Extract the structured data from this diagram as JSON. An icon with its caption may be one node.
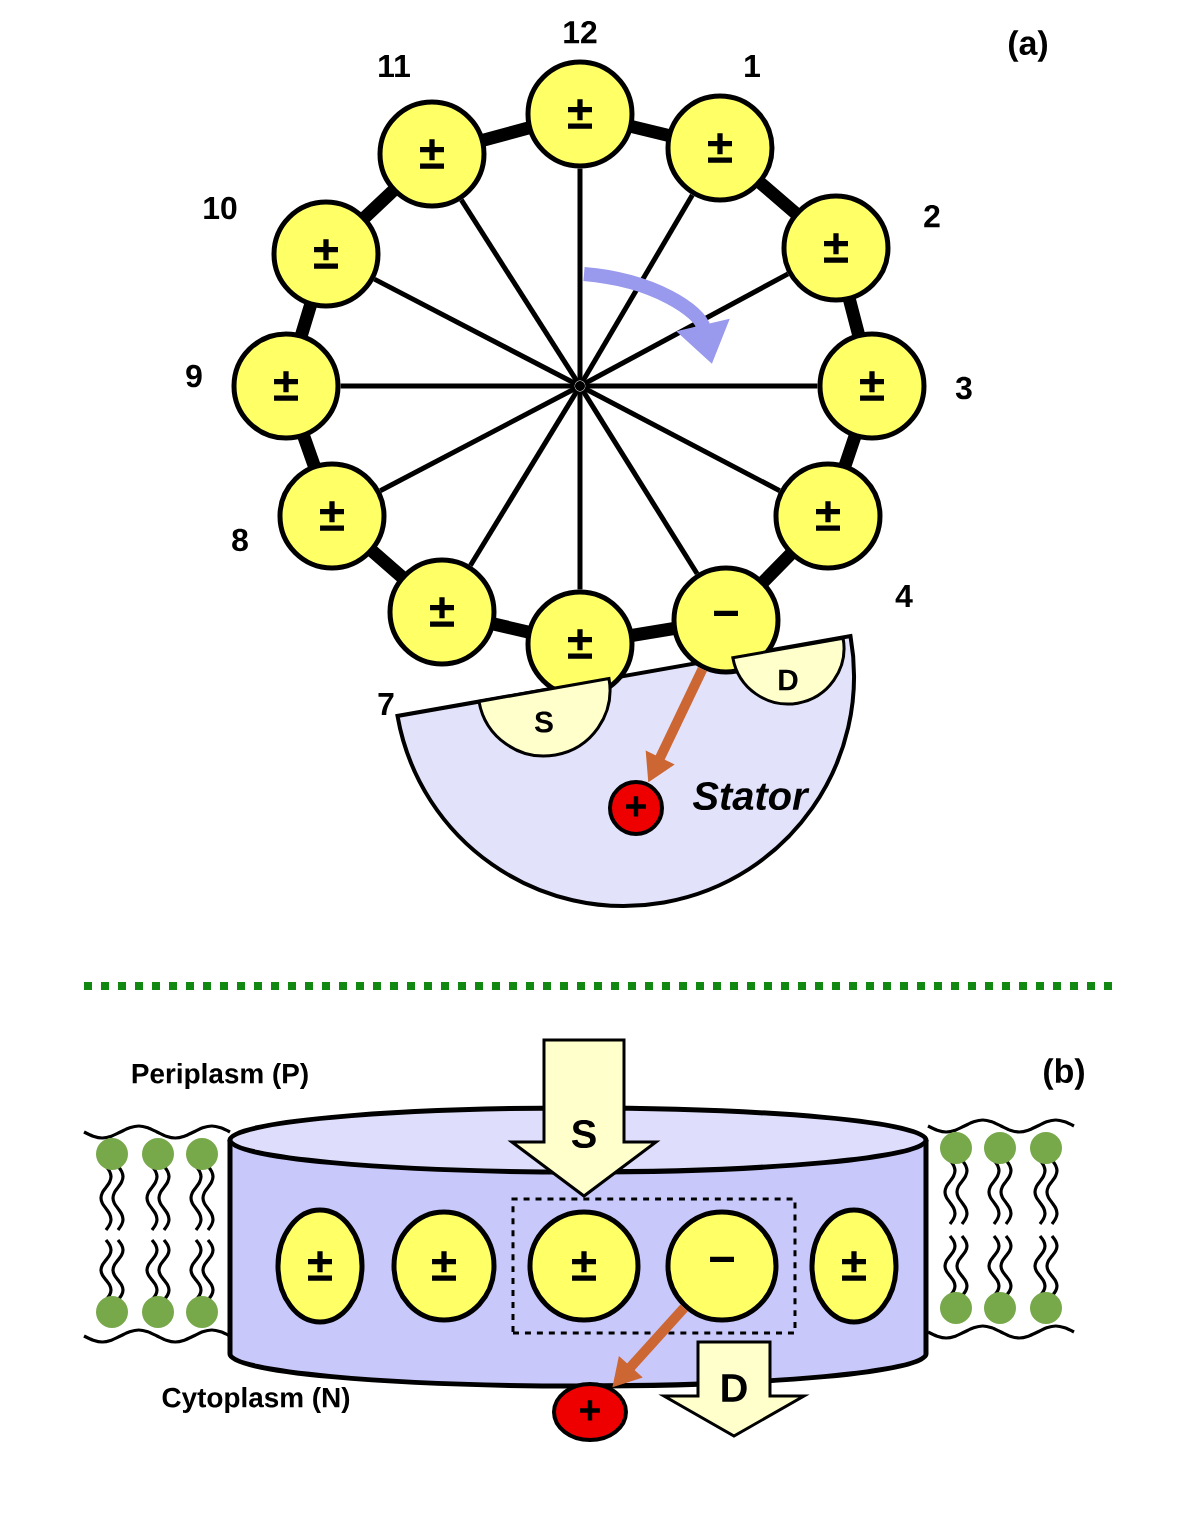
{
  "diagram": {
    "nodes": [
      {
        "text": [
          "±"
        ],
        "beside": [
          "12"
        ]
      },
      {
        "text": [
          "±"
        ],
        "beside": [
          "1"
        ]
      },
      {
        "text": [
          "±"
        ],
        "beside": [
          "2"
        ]
      },
      {
        "text": [
          "±"
        ],
        "beside": [
          "3"
        ]
      },
      {
        "text": [
          "±"
        ],
        "beside": [
          "4"
        ]
      },
      {
        "text": [
          "−"
        ]
      },
      {
        "text": [
          "±"
        ]
      },
      {
        "text": [
          "±"
        ],
        "beside": [
          "7"
        ]
      },
      {
        "text": [
          "±"
        ],
        "beside": [
          "8"
        ]
      },
      {
        "text": [
          "±"
        ],
        "beside": [
          "9"
        ]
      },
      {
        "text": [
          "±"
        ],
        "beside": [
          "10"
        ]
      },
      {
        "text": [
          "±"
        ],
        "beside": [
          "11"
        ]
      },
      {
        "text": [],
        "shape": "circle"
      },
      {
        "text": [
          "Stator"
        ]
      },
      {
        "text": [
          "S"
        ],
        "in": 13
      },
      {
        "text": [
          "D"
        ],
        "in": 13
      },
      {
        "text": [
          "+"
        ],
        "in": 13
      },
      {
        "text": [],
        "shape": "cylinder"
      },
      {
        "text": [
          "±"
        ],
        "in": 17
      },
      {
        "text": [
          "±"
        ],
        "in": 17
      },
      {
        "text": [],
        "shape": "box",
        "in": 17
      },
      {
        "text": [
          "±"
        ],
        "in": 20
      },
      {
        "text": [
          "−"
        ],
        "in": 20
      },
      {
        "text": [
          "±"
        ],
        "in": 17
      },
      {
        "text": [
          "S"
        ]
      },
      {
        "text": [
          "D"
        ]
      },
      {
        "text": [
          "+"
        ]
      }
    ],
    "edges": [
      {
        "from": 12,
        "to": 0,
        "arrow": "none"
      },
      {
        "from": 12,
        "to": 1,
        "arrow": "none"
      },
      {
        "from": 12,
        "to": 2,
        "arrow": "none"
      },
      {
        "from": 12,
        "to": 3,
        "arrow": "none"
      },
      {
        "from": 12,
        "to": 4,
        "arrow": "none"
      },
      {
        "from": 12,
        "to": 5,
        "arrow": "none"
      },
      {
        "from": 12,
        "to": 6,
        "arrow": "none"
      },
      {
        "from": 12,
        "to": 7,
        "arrow": "none"
      },
      {
        "from": 12,
        "to": 8,
        "arrow": "none"
      },
      {
        "from": 12,
        "to": 9,
        "arrow": "none"
      },
      {
        "from": 12,
        "to": 10,
        "arrow": "none"
      },
      {
        "from": 12,
        "to": 11,
        "arrow": "none"
      },
      {
        "from": 5,
        "to": 16,
        "arrow": "to",
        "style": "thick",
        "color": "#cc6633"
      },
      {
        "from": 22,
        "to": 26,
        "arrow": "to",
        "style": "thick",
        "color": "#cc6633"
      }
    ],
    "labels": [
      "(a)",
      "Periplasm (P)",
      "(b)",
      "Cytoplasm (N)"
    ]
  }
}
